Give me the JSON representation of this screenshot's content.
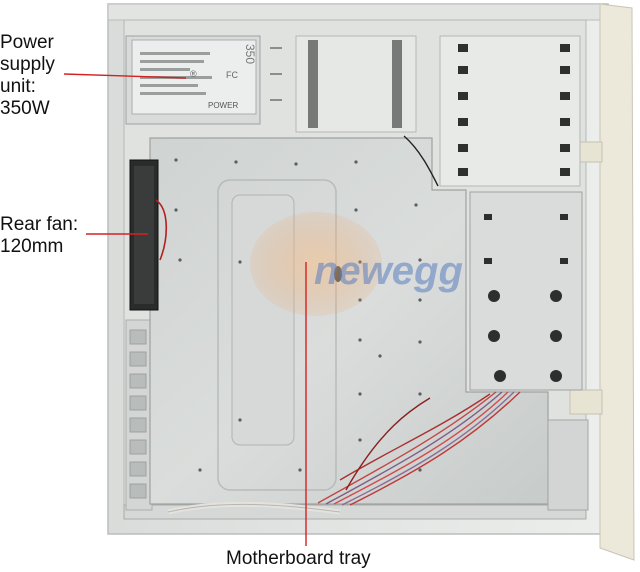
{
  "labels": {
    "psu": [
      "Power",
      "supply",
      "unit:",
      "350W"
    ],
    "fan": [
      "Rear fan:",
      "120mm"
    ],
    "tray": "Motherboard tray"
  },
  "psu_sticker": {
    "wattage": "350",
    "brand": "POWER",
    "marks": [
      "®",
      "FC"
    ]
  },
  "watermark": "newegg",
  "colors": {
    "pointer_line": "#d42222",
    "watermark_orange": "#f0a060",
    "watermark_blue": "#5a7ec0",
    "case_metal": "#e4e6e4",
    "case_beige": "#ece8da"
  }
}
